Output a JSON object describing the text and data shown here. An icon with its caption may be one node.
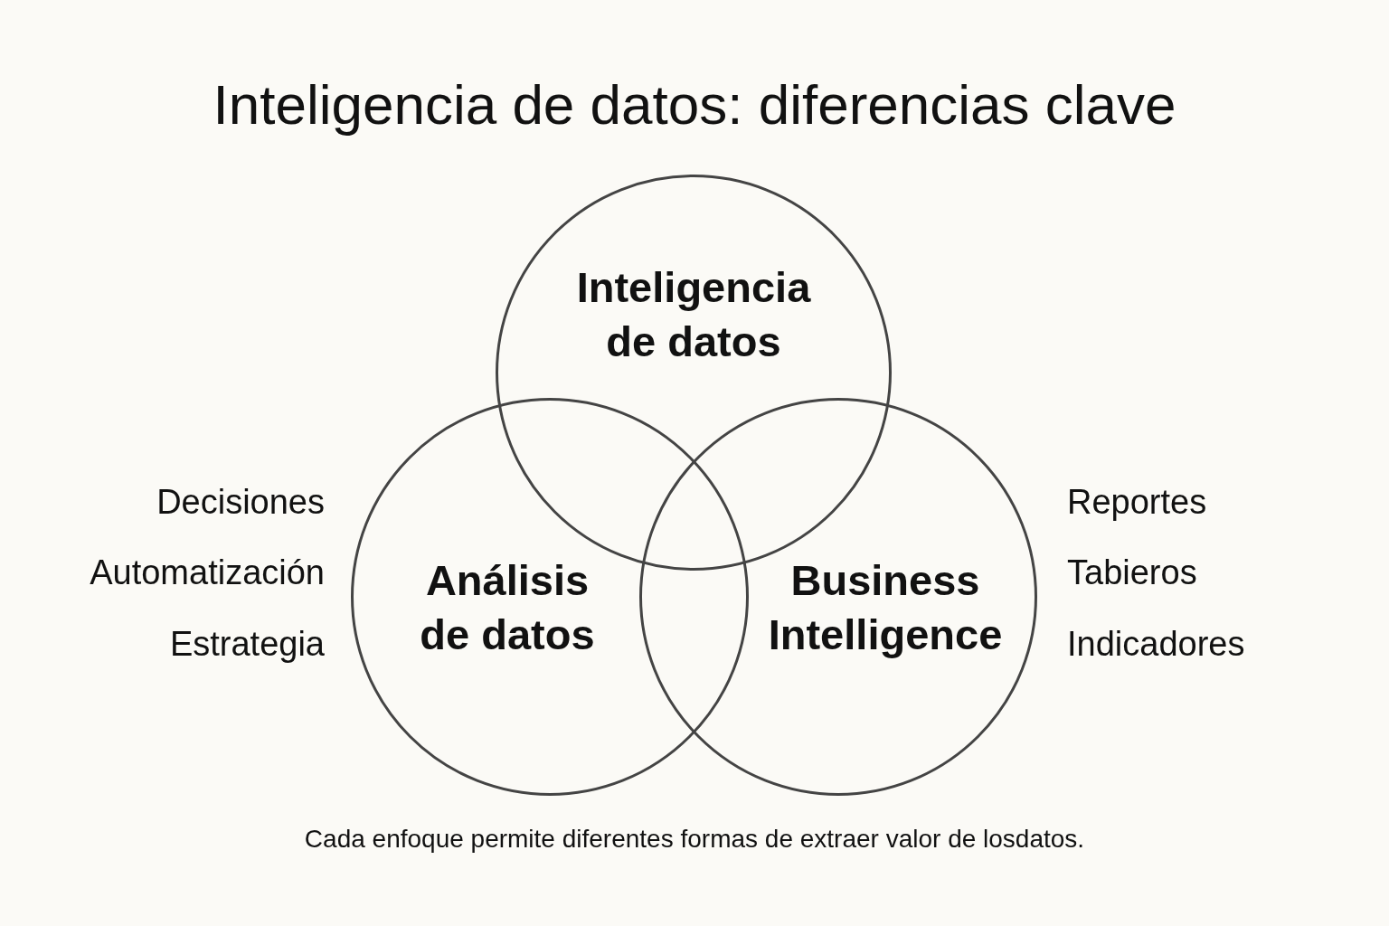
{
  "diagram": {
    "title": "Inteligencia de datos: diferencias clave",
    "caption": "Cada enfoque permite diferentes formas de extraer valor de losdatos.",
    "nodes": [
      {
        "text": [
          "Inteligencia de datos"
        ]
      },
      {
        "text": [
          "Análisis de datos"
        ]
      },
      {
        "text": [
          "Business Intelligence"
        ]
      }
    ],
    "labels": [
      "Decisiones",
      "Reportes",
      "Automatización",
      "Tabieros",
      "Estrategia",
      "Indicadores"
    ]
  }
}
